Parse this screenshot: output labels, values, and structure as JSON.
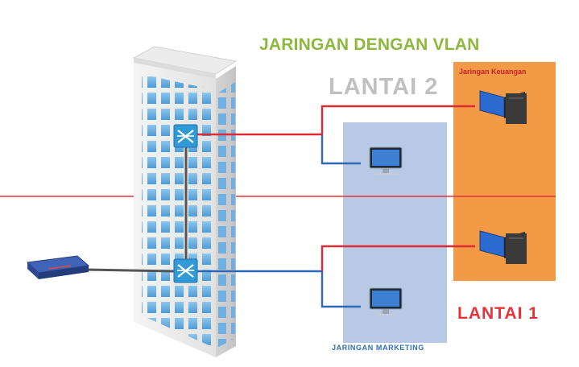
{
  "title": "JARINGAN DENGAN VLAN",
  "floors": {
    "upper": "LANTAI 2",
    "lower": "LANTAI 1"
  },
  "zones": {
    "finance": "Jaringan Keuangan",
    "marketing": "JARINGAN MARKETING"
  },
  "colors": {
    "title": "#8cb83c",
    "floor_line": "#e6333a",
    "finance_zone": "#f29a45",
    "marketing_zone": "#b8c9e6",
    "vlan_red": "#e02a33",
    "vlan_blue": "#2d68b8",
    "switch": "#2f9ad6"
  },
  "icons": {
    "building": "office-building-icon",
    "switch": "network-switch-icon",
    "router": "router-icon",
    "pc_finance": "monitor-icon",
    "pc_marketing": "imac-icon"
  }
}
